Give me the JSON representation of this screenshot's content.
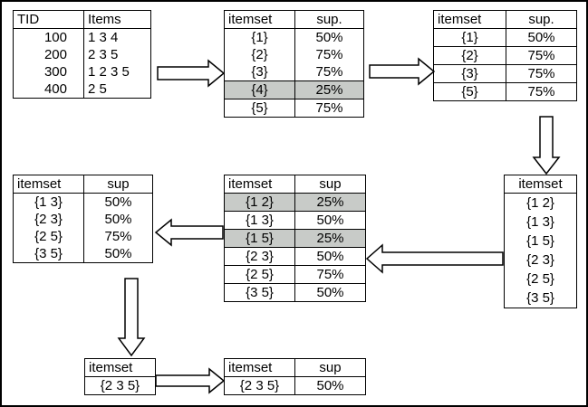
{
  "transactions": {
    "headers": [
      "TID",
      "Items"
    ],
    "rows": [
      {
        "tid": "100",
        "items": "1 3 4"
      },
      {
        "tid": "200",
        "items": "2 3 5"
      },
      {
        "tid": "300",
        "items": "1 2 3 5"
      },
      {
        "tid": "400",
        "items": "2 5"
      }
    ]
  },
  "c1": {
    "headers": [
      "itemset",
      "sup."
    ],
    "rows": [
      {
        "itemset": "{1}",
        "sup": "50%",
        "pruned": false
      },
      {
        "itemset": "{2}",
        "sup": "75%",
        "pruned": false
      },
      {
        "itemset": "{3}",
        "sup": "75%",
        "pruned": false
      },
      {
        "itemset": "{4}",
        "sup": "25%",
        "pruned": true
      },
      {
        "itemset": "{5}",
        "sup": "75%",
        "pruned": false
      }
    ]
  },
  "l1": {
    "headers": [
      "itemset",
      "sup."
    ],
    "rows": [
      {
        "itemset": "{1}",
        "sup": "50%"
      },
      {
        "itemset": "{2}",
        "sup": "75%"
      },
      {
        "itemset": "{3}",
        "sup": "75%"
      },
      {
        "itemset": "{5}",
        "sup": "75%"
      }
    ]
  },
  "c2_candidates": {
    "headers": [
      "itemset"
    ],
    "rows": [
      "{1 2}",
      "{1 3}",
      "{1 5}",
      "{2 3}",
      "{2 5}",
      "{3 5}"
    ]
  },
  "c2": {
    "headers": [
      "itemset",
      "sup"
    ],
    "rows": [
      {
        "itemset": "{1 2}",
        "sup": "25%",
        "pruned": true
      },
      {
        "itemset": "{1 3}",
        "sup": "50%",
        "pruned": false
      },
      {
        "itemset": "{1 5}",
        "sup": "25%",
        "pruned": true
      },
      {
        "itemset": "{2 3}",
        "sup": "50%",
        "pruned": false
      },
      {
        "itemset": "{2 5}",
        "sup": "75%",
        "pruned": false
      },
      {
        "itemset": "{3 5}",
        "sup": "50%",
        "pruned": false
      }
    ]
  },
  "l2": {
    "headers": [
      "itemset",
      "sup"
    ],
    "rows": [
      {
        "itemset": "{1 3}",
        "sup": "50%"
      },
      {
        "itemset": "{2 3}",
        "sup": "50%"
      },
      {
        "itemset": "{2 5}",
        "sup": "75%"
      },
      {
        "itemset": "{3 5}",
        "sup": "50%"
      }
    ]
  },
  "c3_candidates": {
    "headers": [
      "itemset"
    ],
    "rows": [
      "{2 3 5}"
    ]
  },
  "l3": {
    "headers": [
      "itemset",
      "sup"
    ],
    "rows": [
      {
        "itemset": "{2 3 5}",
        "sup": "50%"
      }
    ]
  },
  "colors": {
    "pruned_row": "#c8cbc8",
    "frame": "#000000",
    "background": "#ffffff"
  }
}
